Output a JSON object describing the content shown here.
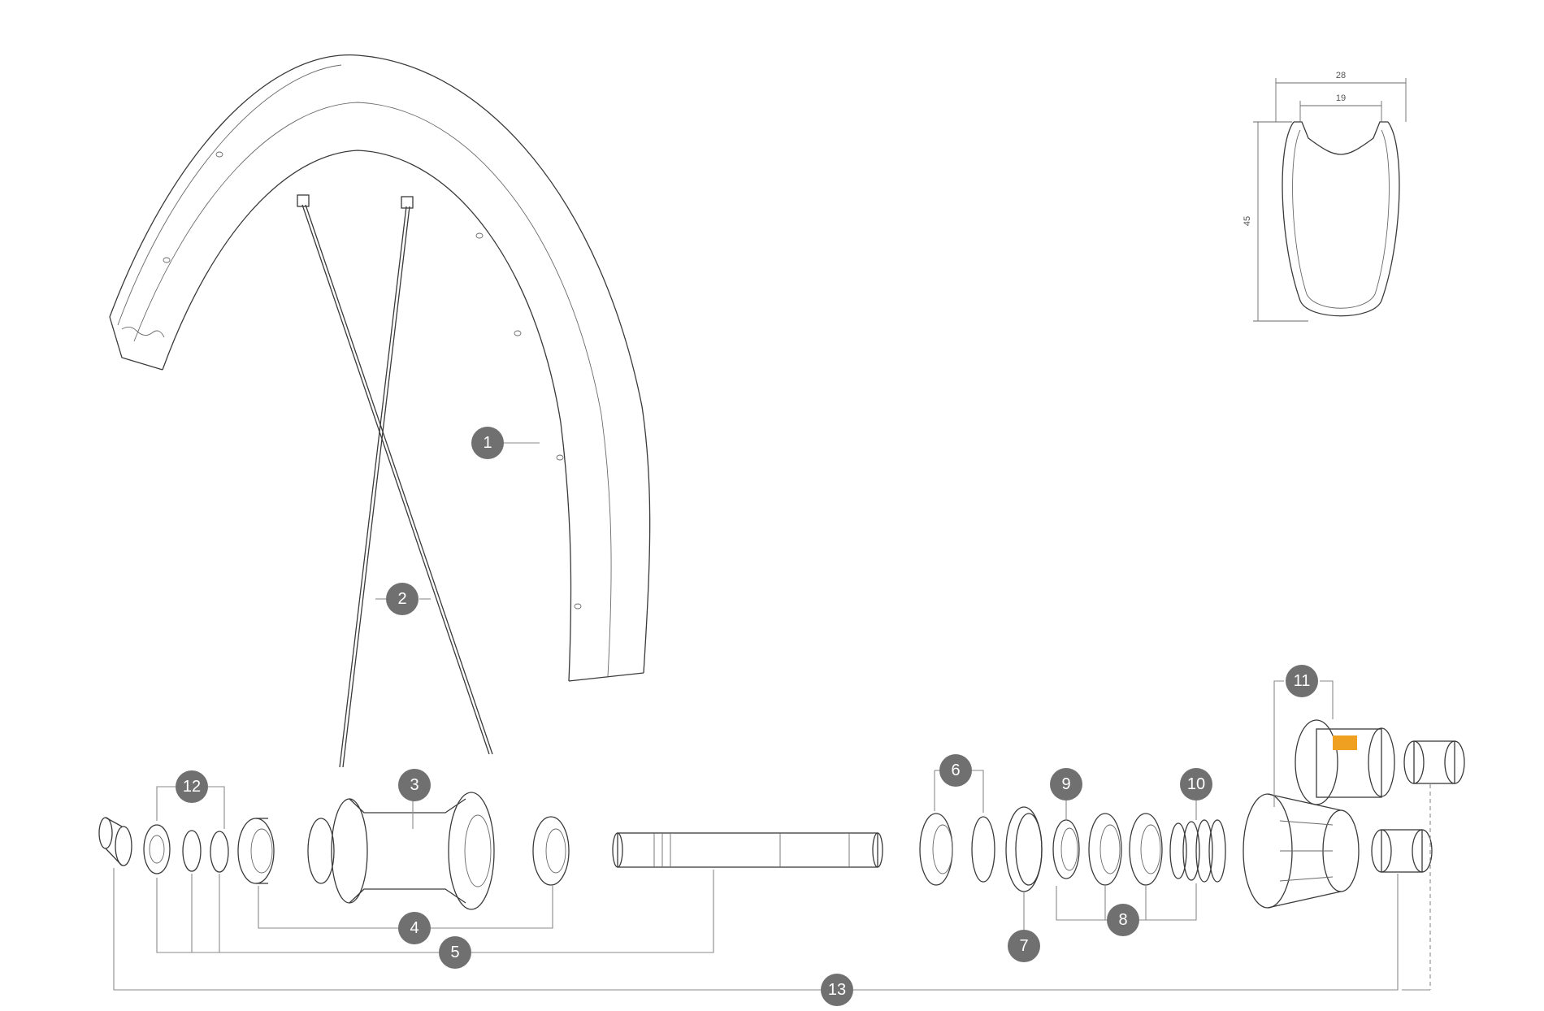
{
  "callouts": [
    {
      "id": "c1",
      "label": "1"
    },
    {
      "id": "c2",
      "label": "2"
    },
    {
      "id": "c3",
      "label": "3"
    },
    {
      "id": "c4",
      "label": "4"
    },
    {
      "id": "c5",
      "label": "5"
    },
    {
      "id": "c6",
      "label": "6"
    },
    {
      "id": "c7",
      "label": "7"
    },
    {
      "id": "c8",
      "label": "8"
    },
    {
      "id": "c9",
      "label": "9"
    },
    {
      "id": "c10",
      "label": "10"
    },
    {
      "id": "c11",
      "label": "11"
    },
    {
      "id": "c12",
      "label": "12"
    },
    {
      "id": "c13",
      "label": "13"
    }
  ],
  "rim_profile": {
    "outer_width": "28",
    "inner_width": "19",
    "height": "45"
  },
  "colors": {
    "callout_fill": "#707070",
    "line": "#3a3a3a",
    "logo_accent": "#f0a020"
  }
}
